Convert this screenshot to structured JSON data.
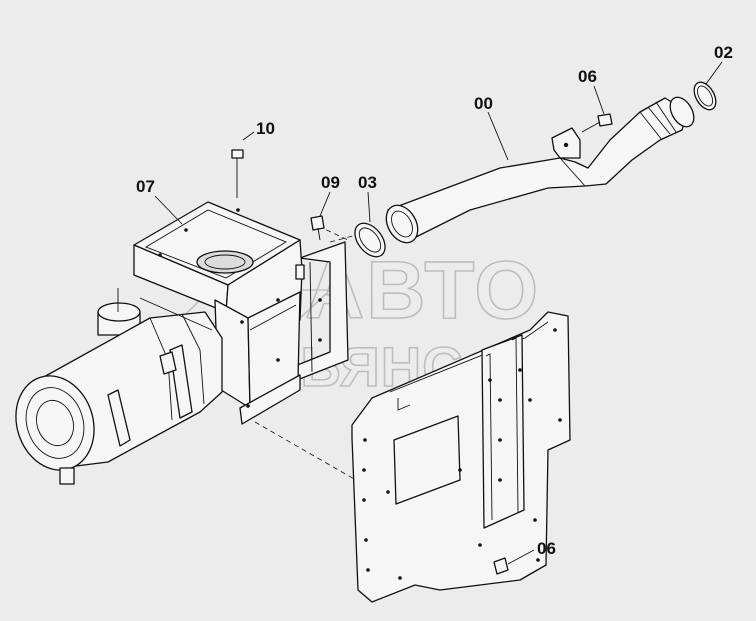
{
  "labels": {
    "part_00": "00",
    "part_02": "02",
    "part_03": "03",
    "part_06_top": "06",
    "part_06_bottom": "06",
    "part_07": "07",
    "part_09": "09",
    "part_10": "10"
  },
  "watermark": {
    "line1": "АВТО",
    "line2": "АЛЬЯНС"
  }
}
